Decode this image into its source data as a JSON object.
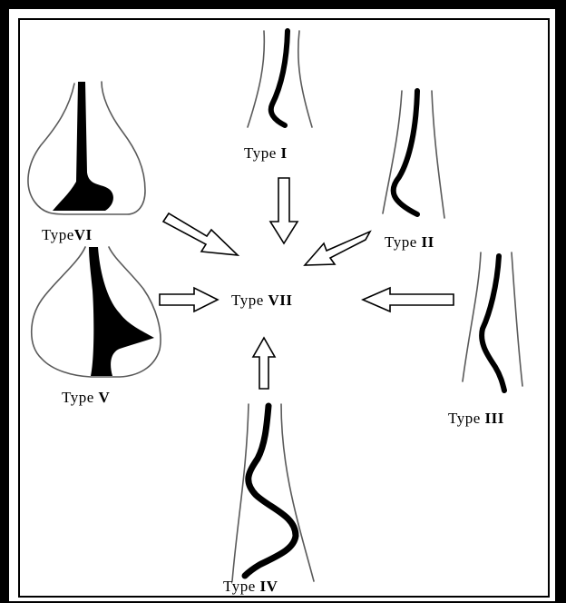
{
  "labels": {
    "type1": {
      "prefix": "Type ",
      "numeral": "I"
    },
    "type2": {
      "prefix": "Type ",
      "numeral": "II"
    },
    "type3": {
      "prefix": "Type ",
      "numeral": "III"
    },
    "type4": {
      "prefix": "Type ",
      "numeral": "IV"
    },
    "type5": {
      "prefix": "Type ",
      "numeral": "V"
    },
    "type6": {
      "prefix": "Type",
      "numeral": "VI"
    },
    "type7": {
      "prefix": "Type ",
      "numeral": "VII"
    }
  },
  "colors": {
    "outline": "#4a4a4a",
    "canal": "#000000",
    "background": "#ffffff",
    "border": "#000000"
  }
}
